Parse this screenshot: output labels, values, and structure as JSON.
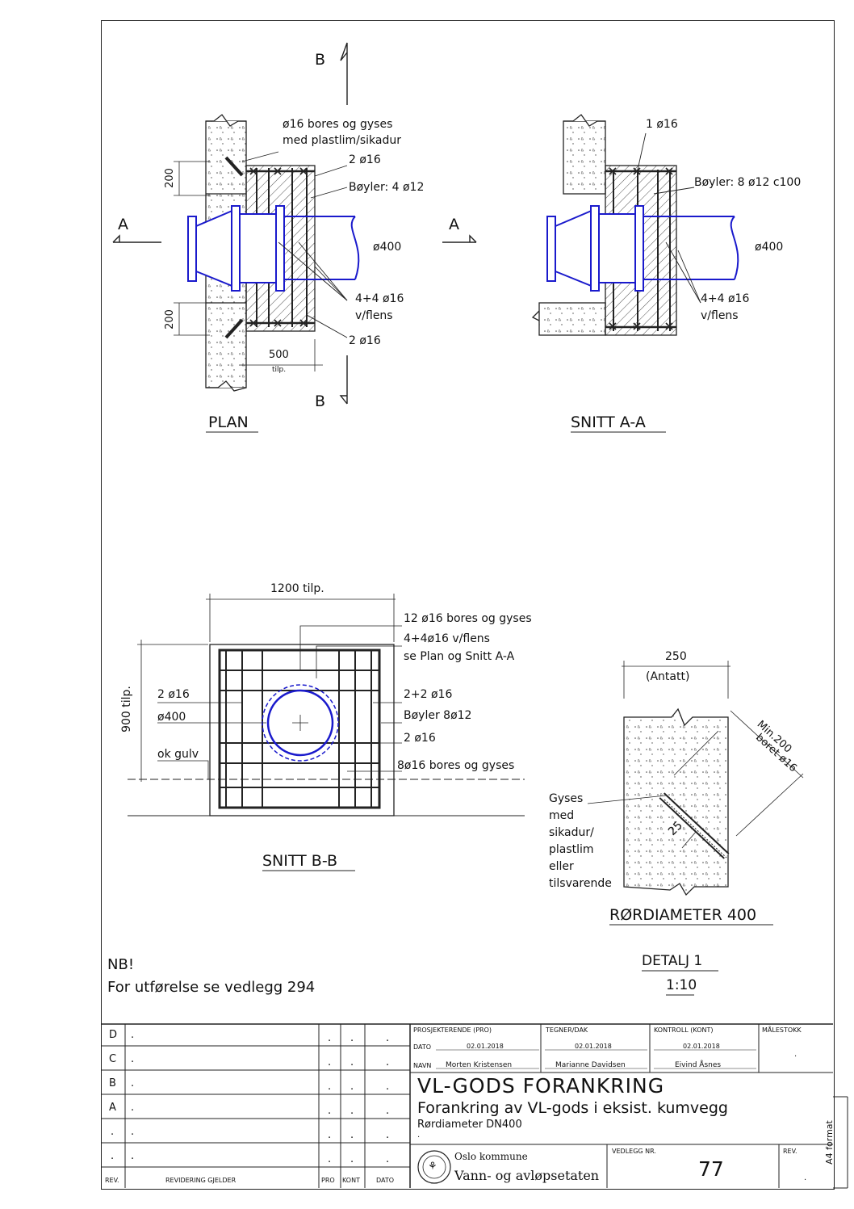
{
  "plan": {
    "title": "PLAN",
    "section_mark": "B",
    "section_mark_a": "A",
    "note_bores": "ø16 bores og gyses",
    "note_plastlim": "med plastlim/sikadur",
    "note_2o16_top": "2 ø16",
    "note_boyler": "Bøyler: 4 ø12",
    "note_pipe": "ø400",
    "note_44": "4+4 ø16",
    "note_vflens": "v/flens",
    "note_2o16_bot": "2 ø16",
    "dim_200_top": "200",
    "dim_200_bot": "200",
    "dim_500": "500",
    "dim_tilp": "tilp."
  },
  "snitt_aa": {
    "title": "SNITT A-A",
    "note_1o16": "1 ø16",
    "note_boyler": "Bøyler: 8 ø12 c100",
    "note_pipe": "ø400",
    "note_44": "4+4 ø16",
    "note_vflens": "v/flens"
  },
  "snitt_bb": {
    "title": "SNITT B-B",
    "dim_width": "1200 tilp.",
    "dim_height": "900 tilp.",
    "note_12o16": "12 ø16 bores og gyses",
    "note_44vflens": "4+4ø16 v/flens",
    "note_se": "se Plan og Snitt A-A",
    "note_2o16_left": "2 ø16",
    "note_pipe": "ø400",
    "note_okgulv": "ok gulv",
    "note_22o16": "2+2 ø16",
    "note_boyler": "Bøyler 8ø12",
    "note_2o16_right": "2 ø16",
    "note_8o16": "8ø16 bores og gyses"
  },
  "detalj": {
    "dim_250": "250",
    "dim_antatt": "(Antatt)",
    "dim_min200": "Min.200",
    "dim_boret": "boret ø16",
    "dim_25": "25",
    "gyses_lines": [
      "Gyses",
      "med",
      "sikadur/",
      "plastlim",
      "eller",
      "tilsvarende"
    ],
    "caption": "RØRDIAMETER 400",
    "title": "DETALJ 1",
    "scale": "1:10"
  },
  "nb": {
    "line1": "NB!",
    "line2": "For utførelse se vedlegg 294"
  },
  "title_block": {
    "rev_rows": [
      {
        "rev": "D",
        "text": "."
      },
      {
        "rev": "C",
        "text": "."
      },
      {
        "rev": "B",
        "text": "."
      },
      {
        "rev": "A",
        "text": "."
      },
      {
        "rev": ".",
        "text": "."
      },
      {
        "rev": ".",
        "text": "."
      }
    ],
    "dot": ".",
    "hdr_rev": "REV.",
    "hdr_revidering": "REVIDERING GJELDER",
    "hdr_pro": "PRO",
    "hdr_kont": "KONT",
    "hdr_dato": "DATO",
    "prosjekterende_label": "PROSJEKTERENDE (PRO)",
    "tegner_label": "TEGNER/DAK",
    "kontroll_label": "KONTROLL (KONT)",
    "malestokk_label": "MÅLESTOKK",
    "malestokk_value": ".",
    "dato_label": "DATO",
    "navn_label": "NAVN",
    "pro_date": "02.01.2018",
    "pro_name": "Morten Kristensen",
    "teg_date": "02.01.2018",
    "teg_name": "Marianne Davidsen",
    "kont_date": "02.01.2018",
    "kont_name": "Eivind Åsnes",
    "main_title": "VL-GODS FORANKRING",
    "subtitle": "Forankring av VL-gods i eksist. kumvegg",
    "subtitle2": "Rørdiameter DN400",
    "subtitle3": ".",
    "org1": "Oslo kommune",
    "org2": "Vann- og avløpsetaten",
    "vedlegg_label": "VEDLEGG NR.",
    "vedlegg_value": "77",
    "rev_label": "REV.",
    "rev_value": ".",
    "format": "A4 format"
  }
}
